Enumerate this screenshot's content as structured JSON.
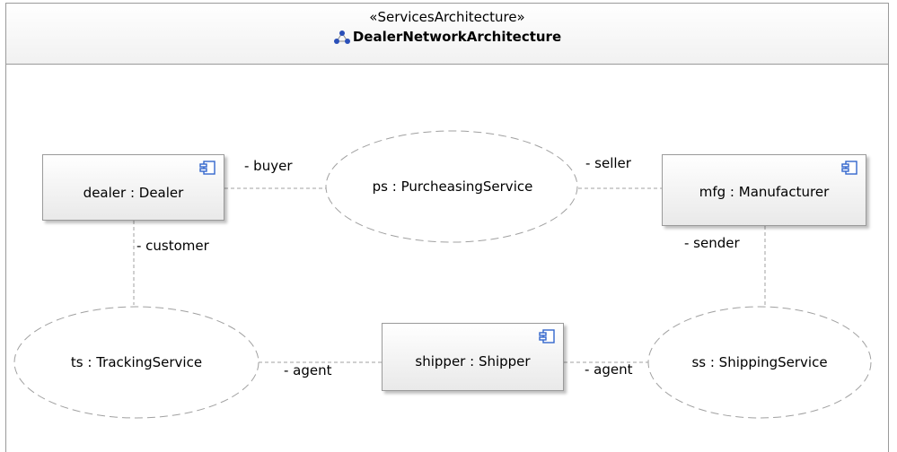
{
  "frame": {
    "stereotype": "«ServicesArchitecture»",
    "title": "DealerNetworkArchitecture",
    "title_icon": "services-architecture-icon"
  },
  "parts": {
    "dealer": {
      "label": "dealer : Dealer",
      "icon": "component-icon"
    },
    "mfg": {
      "label": "mfg : Manufacturer",
      "icon": "component-icon"
    },
    "shipper": {
      "label": "shipper : Shipper",
      "icon": "component-icon"
    }
  },
  "services": {
    "ps": {
      "label": "ps : PurcheasingService"
    },
    "ts": {
      "label": "ts : TrackingService"
    },
    "ss": {
      "label": "ss : ShippingService"
    }
  },
  "roles": {
    "buyer": "- buyer",
    "seller": "- seller",
    "customer": "- customer",
    "sender": "- sender",
    "agent_left": "- agent",
    "agent_right": "- agent"
  },
  "colors": {
    "border": "#9a9a9a",
    "connector": "#a0a0a0",
    "part_fill_top": "#ffffff",
    "part_fill_bottom": "#e9e9e9",
    "icon_blue": "#3366cc"
  }
}
